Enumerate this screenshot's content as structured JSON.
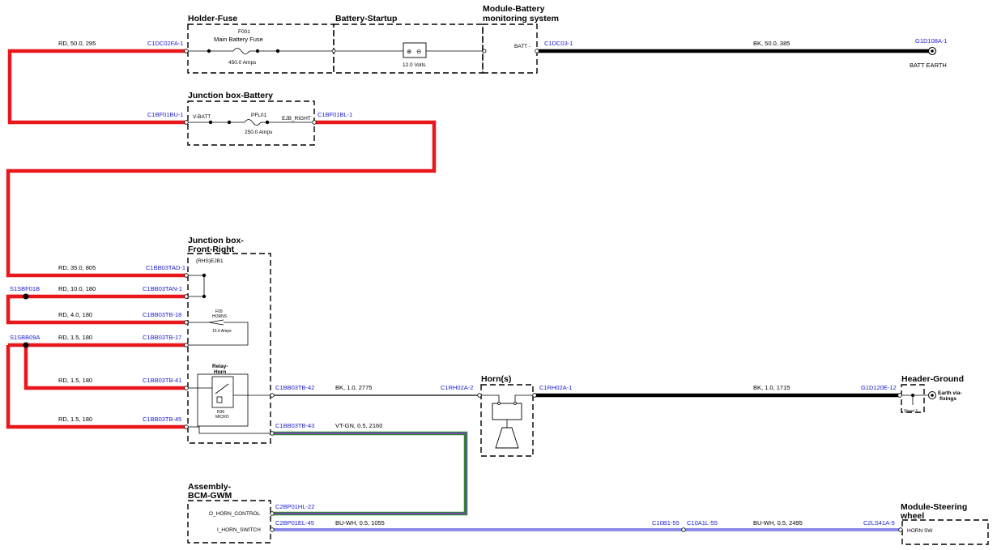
{
  "components": {
    "holder_fuse": {
      "title": "Holder-Fuse",
      "fuse_id": "F001",
      "fuse_name": "Main Battery Fuse",
      "rating": "450.0 Amps"
    },
    "battery": {
      "title": "Battery-Startup",
      "voltage": "12.0 Volts"
    },
    "module_battery": {
      "title1": "Module-Battery",
      "title2": "monitoring system",
      "pin": "BATT -"
    },
    "junction_battery": {
      "title": "Junction box-Battery",
      "pin_in": "V-BATT",
      "fuse": "PFL01",
      "rating": "250.0 Amps",
      "pin_out": "EJB_RIGHT"
    },
    "junction_front": {
      "title1": "Junction box-",
      "title2": "Front-Right",
      "subtitle": "(RHS)EJB1",
      "fuse_id": "F09",
      "fuse_name": "HORNS",
      "fuse_rating": "15.0 Amps",
      "relay_title1": "Relay-",
      "relay_title2": "Horn",
      "relay_id": "R36",
      "relay_type": "MICRO"
    },
    "horns": {
      "title": "Horn(s)"
    },
    "header_ground": {
      "title": "Header-Ground",
      "label1": "Earth via-",
      "label2": "fixings",
      "sheet": "Sheet 1"
    },
    "bcm": {
      "title1": "Assembly-",
      "title2": "BCM-GWM",
      "pin1": "O_HORN_CONTROL",
      "pin2": "I_HORN_SWITCH"
    },
    "steering": {
      "title1": "Module-Steering",
      "title2": "wheel",
      "pin": "HORN SW"
    },
    "batt_earth": {
      "label": "BATT EARTH"
    }
  },
  "connectors": {
    "c1dc02fa": "C1DC02FA-1",
    "c1dc03": "C1DC03-1",
    "g1d108a": "G1D108A-1",
    "c1bf01bu": "C1BF01BU-1",
    "c1bf01bl": "C1BF01BL-1",
    "c1bb03tad": "C1BB03TAD-1",
    "s1sbf01b": "S1SBF01B",
    "c1bb03tan": "C1BB03TAN-1",
    "c1bb03tb18": "C1BB03TB-18",
    "s1sbb09a": "S1SBB09A",
    "c1bb03tb17": "C1BB03TB-17",
    "c1bb03tb41": "C1BB03TB-41",
    "c1bb03tb45": "C1BB03TB-45",
    "c1bb03tb42": "C1BB03TB-42",
    "c1bb03tb43": "C1BB03TB-43",
    "c1rh02a2": "C1RH02A-2",
    "c1rh02a1": "C1RH02A-1",
    "g1d120e": "G1D120E-12",
    "c2bp01hl": "C2BP01HL-22",
    "c2bp01el": "C2BP01EL-45",
    "c10b1": "C10B1-55",
    "c10a1l": "C10A1L-55",
    "c2ls41a": "C2LS41A-5"
  },
  "wires": {
    "w_top_left": "RD,  50.0,  295",
    "w_top_right": "BK,  50.0,  385",
    "w_tad": "RD,  35.0,  805",
    "w_tan": "RD,  10.0,  180",
    "w_tb18": "RD,  4.0,  180",
    "w_tb17": "RD,  1.5,  180",
    "w_tb41": "RD,  1.5,  180",
    "w_tb45": "RD,  1.5,  180",
    "w_tb42": "BK,  1.0,  2775",
    "w_tb43": "VT-GN,  0.5,  2160",
    "w_horn_gnd": "BK,  1.0,  1715",
    "w_el45": "BU-WH,  0.5,  1055",
    "w_steer": "BU-WH,  0.5,  2495"
  },
  "colors": {
    "red_wire": "#e8171c",
    "black_wire": "#000000",
    "violet": "#8a2be2",
    "green": "#2e8b2e",
    "blue": "#1a1ad0"
  }
}
